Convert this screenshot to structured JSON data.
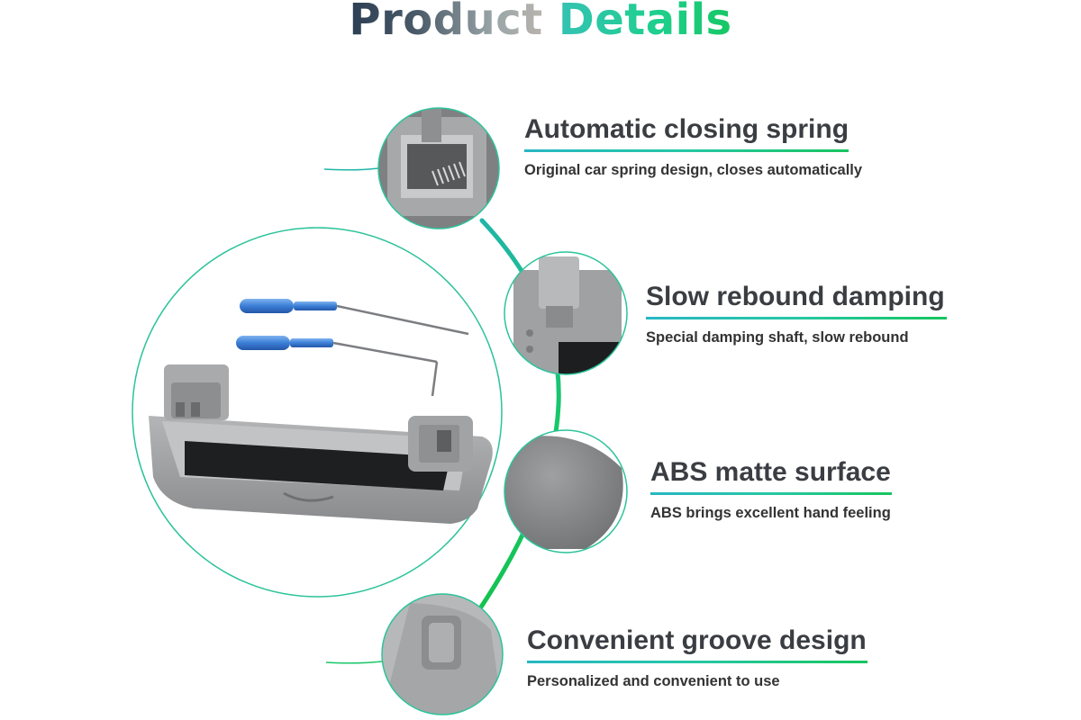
{
  "page": {
    "title_part1": "Product",
    "title_part2": "Details"
  },
  "features": [
    {
      "title": "Automatic closing spring",
      "desc": "Original car spring design, closes automatically",
      "icon": "spring-closeup-image"
    },
    {
      "title": "Slow rebound damping",
      "desc": "Special damping shaft, slow rebound",
      "icon": "damping-shaft-closeup-image"
    },
    {
      "title": "ABS matte surface",
      "desc": "ABS brings excellent hand feeling",
      "icon": "matte-surface-closeup-image"
    },
    {
      "title": "Convenient groove design",
      "desc": "Personalized and convenient to use",
      "icon": "groove-closeup-image"
    }
  ],
  "colors": {
    "accent_teal": "#27b7c4",
    "accent_green": "#17c55f",
    "product_gray": "#9b9c9e",
    "screwdriver_blue": "#3b7fd6"
  }
}
